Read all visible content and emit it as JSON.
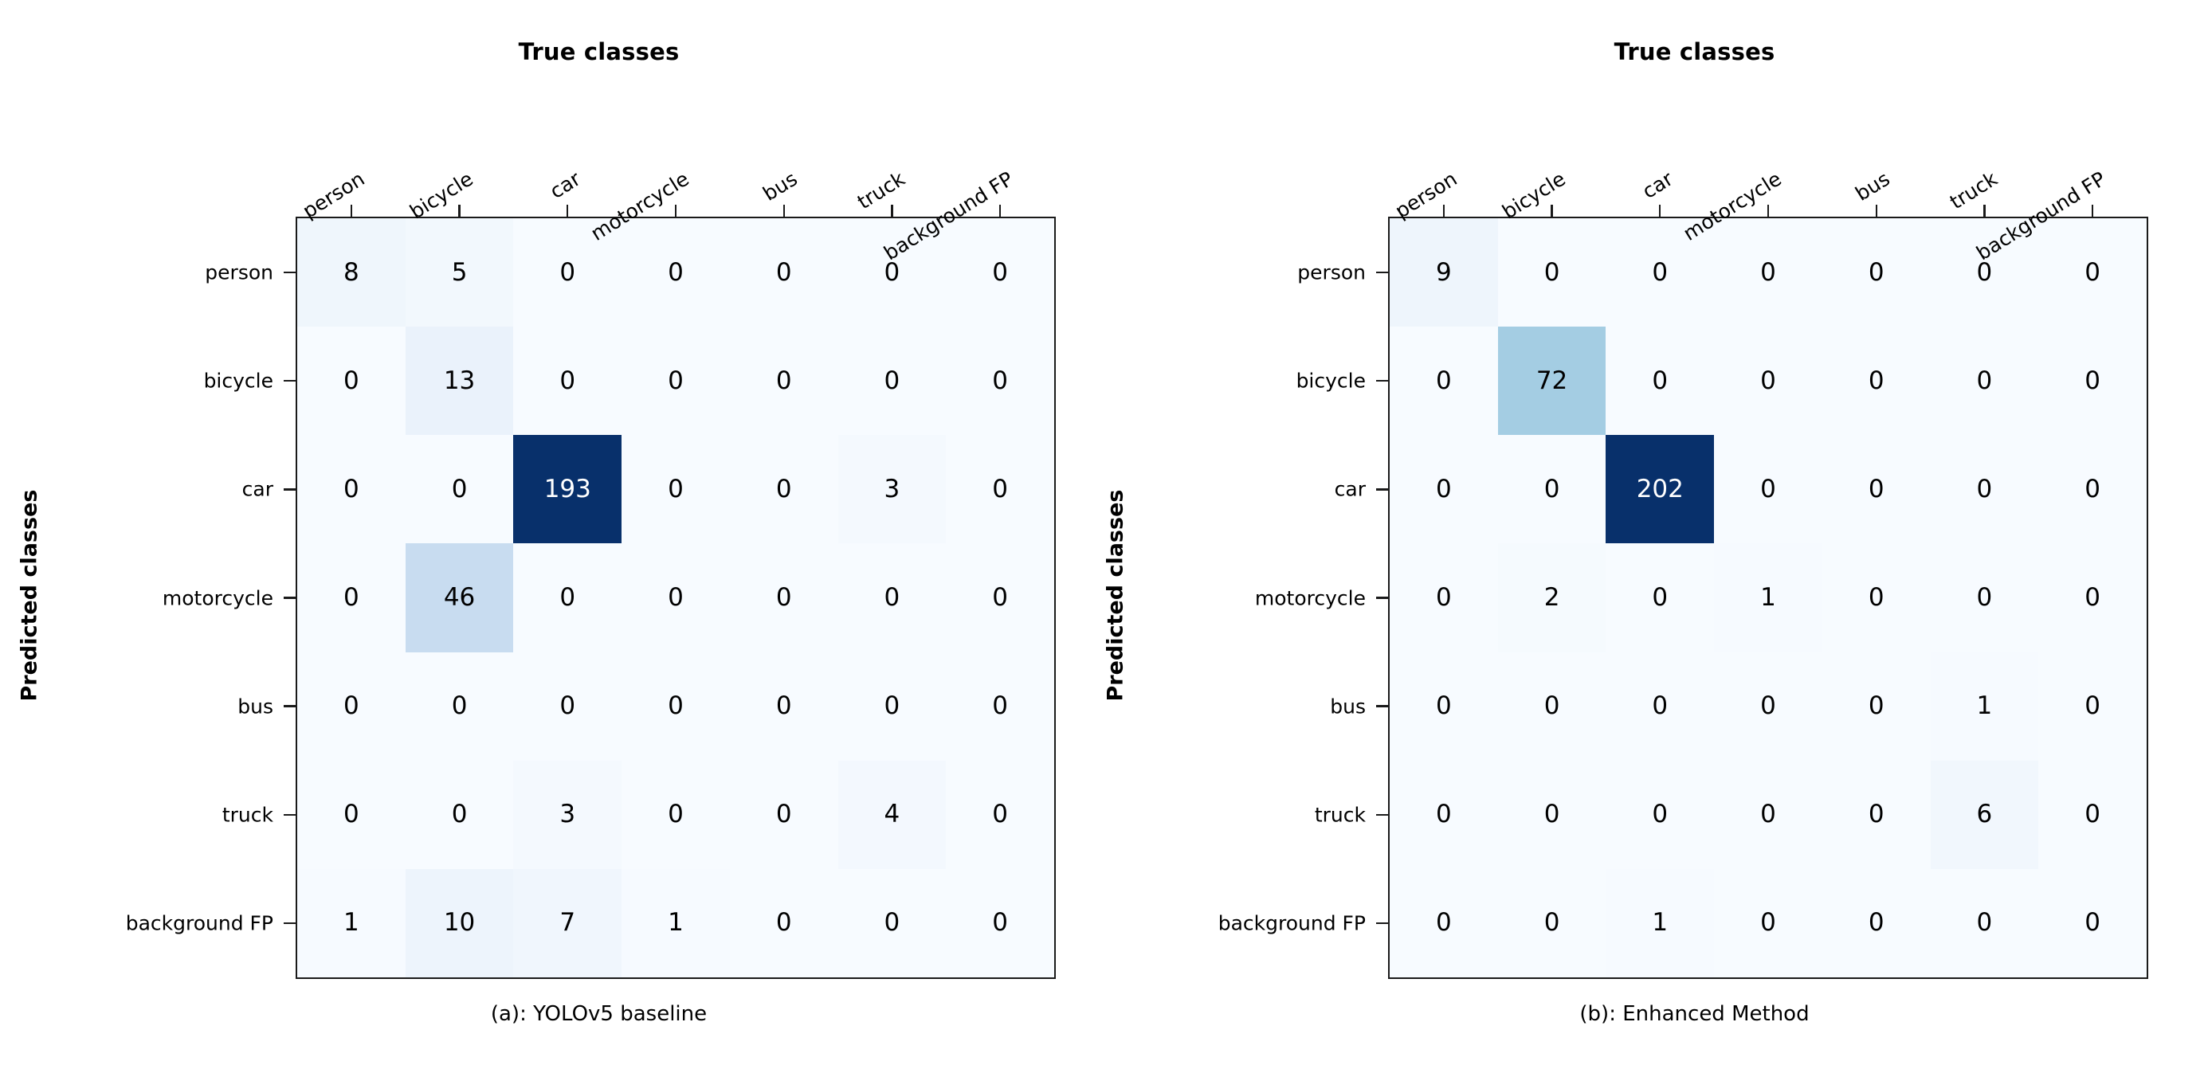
{
  "figure": {
    "panels": [
      {
        "key": "a",
        "title": "True classes",
        "caption": "(a): YOLOv5 baseline",
        "ylabel": "Predicted classes"
      },
      {
        "key": "b",
        "title": "True classes",
        "caption": "(b): Enhanced Method",
        "ylabel": "Predicted classes"
      }
    ]
  },
  "colors": {
    "max": "#0d3b70",
    "mid": "#c6dbef",
    "base": "#f3f8fd",
    "frame": "#1a1a1a",
    "text_light": "#ffffff",
    "text_dark": "#000000"
  },
  "chart_data": [
    {
      "type": "heatmap",
      "title": "True classes",
      "caption": "(a): YOLOv5 baseline",
      "xlabel": "True classes",
      "ylabel": "Predicted classes",
      "x_categories": [
        "person",
        "bicycle",
        "car",
        "motorcycle",
        "bus",
        "truck",
        "background FP"
      ],
      "y_categories": [
        "person",
        "bicycle",
        "car",
        "motorcycle",
        "bus",
        "truck",
        "background FP"
      ],
      "colormap": "Blues",
      "vmin": 0,
      "vmax": 193,
      "values": [
        [
          8,
          5,
          0,
          0,
          0,
          0,
          0
        ],
        [
          0,
          13,
          0,
          0,
          0,
          0,
          0
        ],
        [
          0,
          0,
          193,
          0,
          0,
          3,
          0
        ],
        [
          0,
          46,
          0,
          0,
          0,
          0,
          0
        ],
        [
          0,
          0,
          0,
          0,
          0,
          0,
          0
        ],
        [
          0,
          0,
          3,
          0,
          0,
          4,
          0
        ],
        [
          1,
          10,
          7,
          1,
          0,
          0,
          0
        ]
      ]
    },
    {
      "type": "heatmap",
      "title": "True classes",
      "caption": "(b): Enhanced Method",
      "xlabel": "True classes",
      "ylabel": "Predicted classes",
      "x_categories": [
        "person",
        "bicycle",
        "car",
        "motorcycle",
        "bus",
        "truck",
        "background FP"
      ],
      "y_categories": [
        "person",
        "bicycle",
        "car",
        "motorcycle",
        "bus",
        "truck",
        "background FP"
      ],
      "colormap": "Blues",
      "vmin": 0,
      "vmax": 202,
      "values": [
        [
          9,
          0,
          0,
          0,
          0,
          0,
          0
        ],
        [
          0,
          72,
          0,
          0,
          0,
          0,
          0
        ],
        [
          0,
          0,
          202,
          0,
          0,
          0,
          0
        ],
        [
          0,
          2,
          0,
          1,
          0,
          0,
          0
        ],
        [
          0,
          0,
          0,
          0,
          0,
          1,
          0
        ],
        [
          0,
          0,
          0,
          0,
          0,
          6,
          0
        ],
        [
          0,
          0,
          1,
          0,
          0,
          0,
          0
        ]
      ]
    }
  ]
}
